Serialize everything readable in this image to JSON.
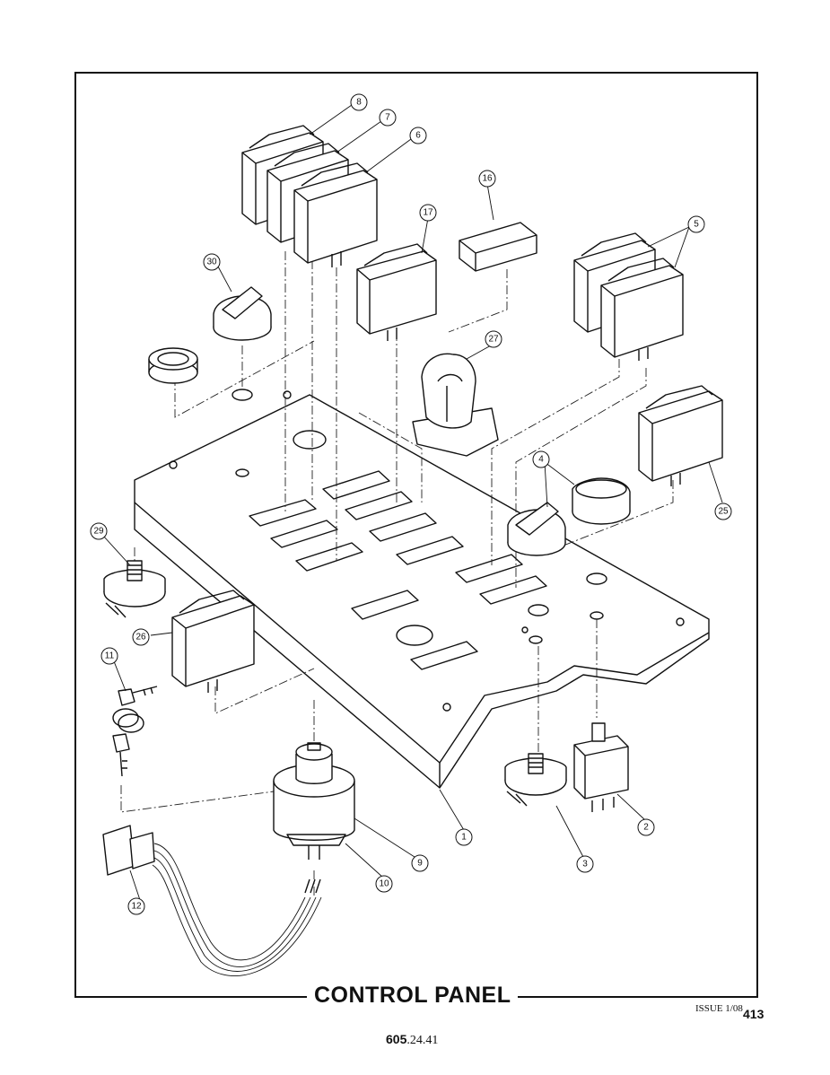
{
  "diagram": {
    "title": "CONTROL PANEL",
    "issue": "ISSUE 1/08",
    "page_number": "413",
    "doc_number_bold": "605",
    "doc_number_rest": ".24.41",
    "callouts": [
      "1",
      "2",
      "3",
      "4",
      "5",
      "6",
      "7",
      "8",
      "9",
      "10",
      "11",
      "12",
      "16",
      "17",
      "25",
      "26",
      "27",
      "29",
      "30"
    ]
  }
}
